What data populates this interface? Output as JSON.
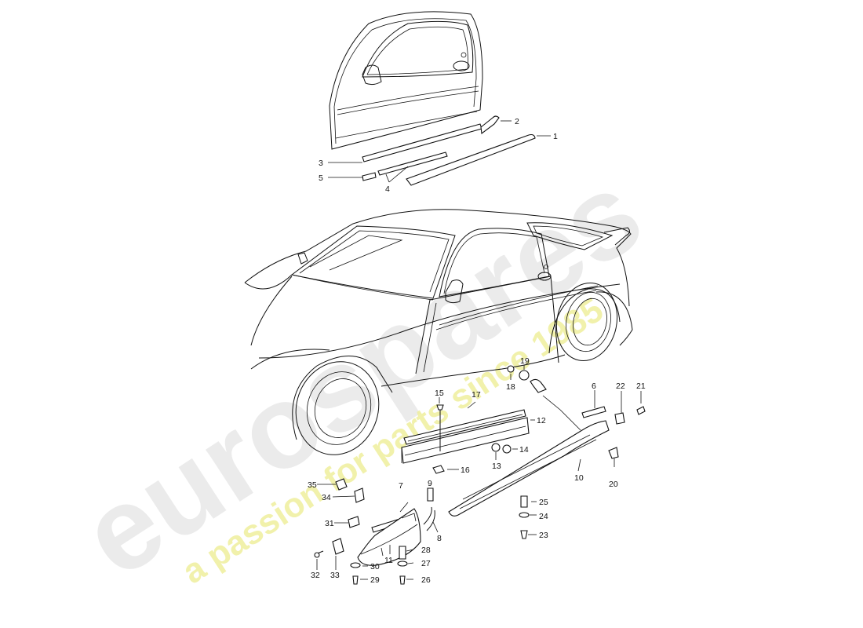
{
  "diagram": {
    "type": "exploded-parts-diagram",
    "callouts": [
      "1",
      "2",
      "3",
      "4",
      "5",
      "6",
      "7",
      "8",
      "9",
      "10",
      "11",
      "12",
      "13",
      "14",
      "15",
      "16",
      "17",
      "18",
      "19",
      "20",
      "21",
      "22",
      "23",
      "24",
      "25",
      "26",
      "27",
      "28",
      "29",
      "30",
      "31",
      "32",
      "33",
      "34",
      "35"
    ]
  },
  "watermark": {
    "brand": "eurospares",
    "tagline": "a passion for parts since 1985",
    "brand_color": "#d9d9d9",
    "tagline_color": "#eeee9a"
  }
}
